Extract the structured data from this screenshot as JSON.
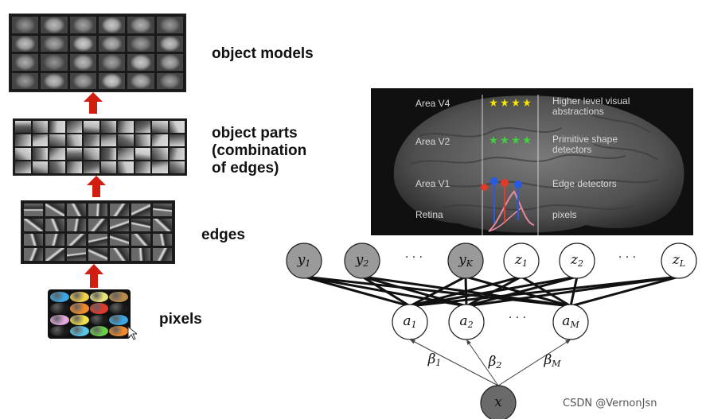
{
  "hierarchy": [
    {
      "id": "object-models",
      "label_lines": [
        "object models"
      ]
    },
    {
      "id": "object-parts",
      "label_lines": [
        "object parts",
        "(combination",
        "of edges)"
      ]
    },
    {
      "id": "edges",
      "label_lines": [
        "edges"
      ]
    },
    {
      "id": "pixels",
      "label_lines": [
        "pixels"
      ]
    }
  ],
  "pixel_colors": [
    "#3aa7e6",
    "#f3d04a",
    "#e8e27a",
    "#b98a4a",
    "#1a1a1a",
    "#f08a2a",
    "#e03a2a",
    "#1a1a1a",
    "#e3a8e0",
    "#f1e04a",
    "#1a1a1a",
    "#3aa7e6",
    "#1a1a1a",
    "#58c7e8",
    "#6ad04a",
    "#f08a2a"
  ],
  "brain": {
    "areas": [
      {
        "name": "Area V4",
        "desc": [
          "Higher level visual",
          "abstractions"
        ],
        "dot_color": "#f5e400"
      },
      {
        "name": "Area V2",
        "desc": [
          "Primitive shape",
          "detectors"
        ],
        "dot_color": "#3fd43a"
      },
      {
        "name": "Area V1",
        "desc": [
          "Edge detectors"
        ],
        "dot_color": "#2a5ae0"
      },
      {
        "name": "Retina",
        "desc": [
          "pixels"
        ],
        "dot_color": "#e03a2a"
      }
    ]
  },
  "network": {
    "outputs": [
      {
        "sym": "y",
        "sub": "1",
        "shaded": true
      },
      {
        "sym": "y",
        "sub": "2",
        "shaded": true
      },
      {
        "sym": "y",
        "sub": "K",
        "shaded": true
      },
      {
        "sym": "z",
        "sub": "1",
        "shaded": false
      },
      {
        "sym": "z",
        "sub": "2",
        "shaded": false
      },
      {
        "sym": "z",
        "sub": "L",
        "shaded": false
      }
    ],
    "hidden": [
      {
        "sym": "a",
        "sub": "1"
      },
      {
        "sym": "a",
        "sub": "2"
      },
      {
        "sym": "a",
        "sub": "M"
      }
    ],
    "input": {
      "sym": "x"
    },
    "weights": [
      {
        "sym": "β",
        "sub": "1"
      },
      {
        "sym": "β",
        "sub": "2"
      },
      {
        "sym": "β",
        "sub": "M"
      }
    ],
    "ellipsis": "· · ·"
  },
  "watermark": "CSDN @VernonJsn"
}
